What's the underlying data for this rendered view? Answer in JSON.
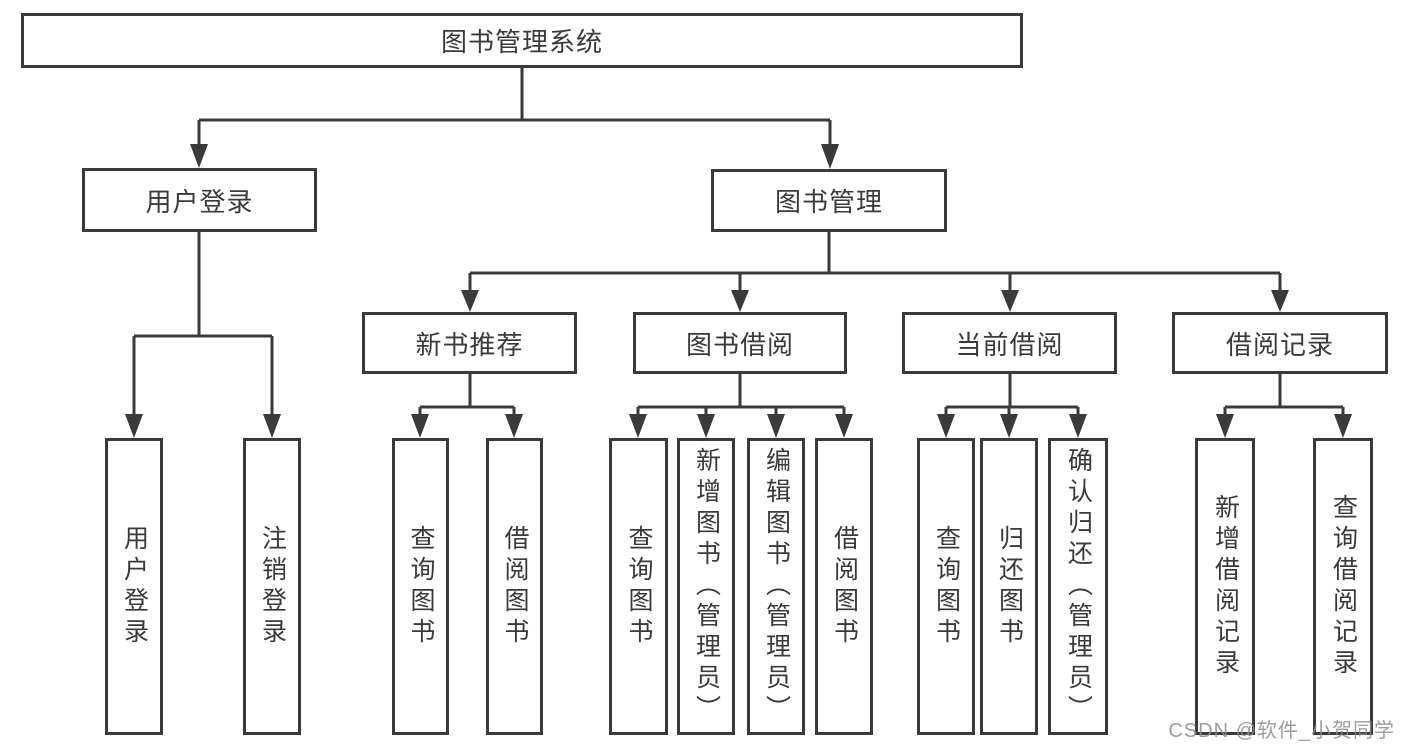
{
  "tree": {
    "label": "图书管理系统",
    "children": [
      {
        "label": "用户登录",
        "children": [
          {
            "label": "用户登录"
          },
          {
            "label": "注销登录"
          }
        ]
      },
      {
        "label": "图书管理",
        "children": [
          {
            "label": "新书推荐",
            "children": [
              {
                "label": "查询图书"
              },
              {
                "label": "借阅图书"
              }
            ]
          },
          {
            "label": "图书借阅",
            "children": [
              {
                "label": "查询图书"
              },
              {
                "label": "新增图书（管理员）"
              },
              {
                "label": "编辑图书（管理员）"
              },
              {
                "label": "借阅图书"
              }
            ]
          },
          {
            "label": "当前借阅",
            "children": [
              {
                "label": "查询图书"
              },
              {
                "label": "归还图书"
              },
              {
                "label": "确认归还（管理员）"
              }
            ]
          },
          {
            "label": "借阅记录",
            "children": [
              {
                "label": "新增借阅记录"
              },
              {
                "label": "查询借阅记录"
              }
            ]
          }
        ]
      }
    ]
  },
  "watermark": "CSDN @软件_小贺同学",
  "colors": {
    "line": "#3a3a3a",
    "text": "#3a3a3a",
    "node_fill": "#ffffff",
    "watermark": "#8c8c8c",
    "background": "#ffffff"
  }
}
